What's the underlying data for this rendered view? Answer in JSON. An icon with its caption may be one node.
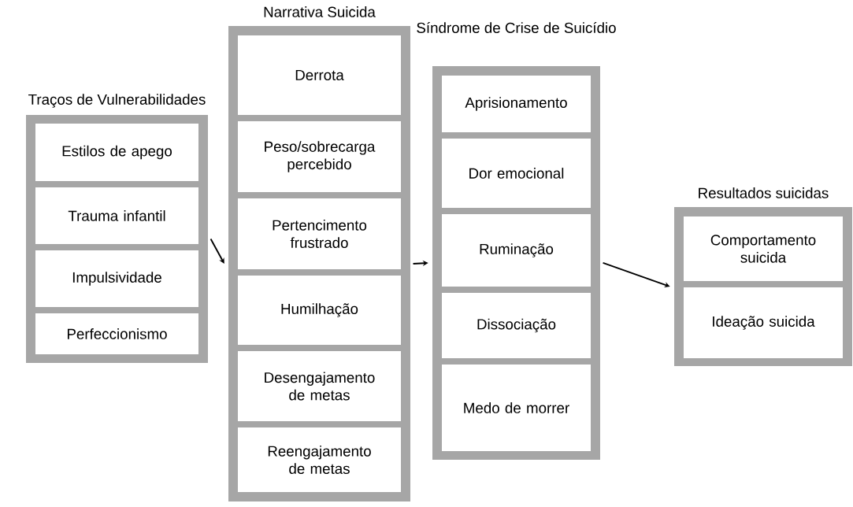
{
  "diagram": {
    "nodes": [
      {
        "text": [
          "Traços de Vulnerabilidades"
        ]
      },
      {
        "text": [
          "Estilos de apego"
        ],
        "in": 0
      },
      {
        "text": [
          "Trauma infantil"
        ],
        "in": 0
      },
      {
        "text": [
          "Impulsividade"
        ],
        "in": 0
      },
      {
        "text": [
          "Perfeccionismo"
        ],
        "in": 0
      },
      {
        "text": [
          "Narrativa Suicida"
        ]
      },
      {
        "text": [
          "Derrota"
        ],
        "in": 5
      },
      {
        "text": [
          "Peso/sobrecarga percebido"
        ],
        "in": 5
      },
      {
        "text": [
          "Pertencimento frustrado"
        ],
        "in": 5
      },
      {
        "text": [
          "Humilhação"
        ],
        "in": 5
      },
      {
        "text": [
          "Desengajamento de metas"
        ],
        "in": 5
      },
      {
        "text": [
          "Reengajamento de metas"
        ],
        "in": 5
      },
      {
        "text": [
          "Síndrome de Crise de Suicídio"
        ]
      },
      {
        "text": [
          "Aprisionamento"
        ],
        "in": 12
      },
      {
        "text": [
          "Dor emocional"
        ],
        "in": 12
      },
      {
        "text": [
          "Ruminação"
        ],
        "in": 12
      },
      {
        "text": [
          "Dissociação"
        ],
        "in": 12
      },
      {
        "text": [
          "Medo de morrer"
        ],
        "in": 12
      },
      {
        "text": [
          "Resultados suicidas"
        ]
      },
      {
        "text": [
          "Comportamento suicida"
        ],
        "in": 18
      },
      {
        "text": [
          "Ideação suicida"
        ],
        "in": 18
      }
    ],
    "edges": [
      {
        "from": 0,
        "to": 5,
        "arrow": "to"
      },
      {
        "from": 5,
        "to": 12,
        "arrow": "to"
      },
      {
        "from": 12,
        "to": 18,
        "arrow": "to"
      }
    ]
  }
}
